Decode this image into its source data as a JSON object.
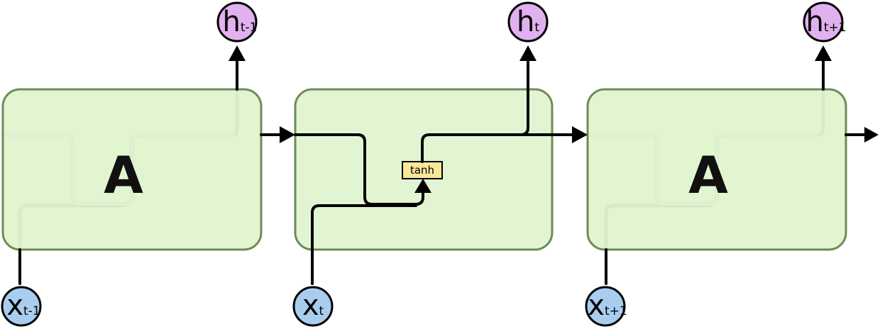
{
  "cells": [
    {
      "label": "A",
      "opaque": true
    },
    {
      "label": "",
      "opaque": false
    },
    {
      "label": "A",
      "opaque": true
    }
  ],
  "inputs": [
    {
      "main": "x",
      "sub": "t-1"
    },
    {
      "main": "x",
      "sub": "t"
    },
    {
      "main": "x",
      "sub": "t+1"
    }
  ],
  "outputs": [
    {
      "main": "h",
      "sub": "t-1"
    },
    {
      "main": "h",
      "sub": "t"
    },
    {
      "main": "h",
      "sub": "t+1"
    }
  ],
  "activation": {
    "label": "tanh"
  },
  "colors": {
    "cell_fill": "#e2f5d2",
    "cell_stroke": "#6f8a58",
    "output_node": "#e1b0ee",
    "input_node": "#a9cdef",
    "activation_fill": "#fbe79a"
  }
}
